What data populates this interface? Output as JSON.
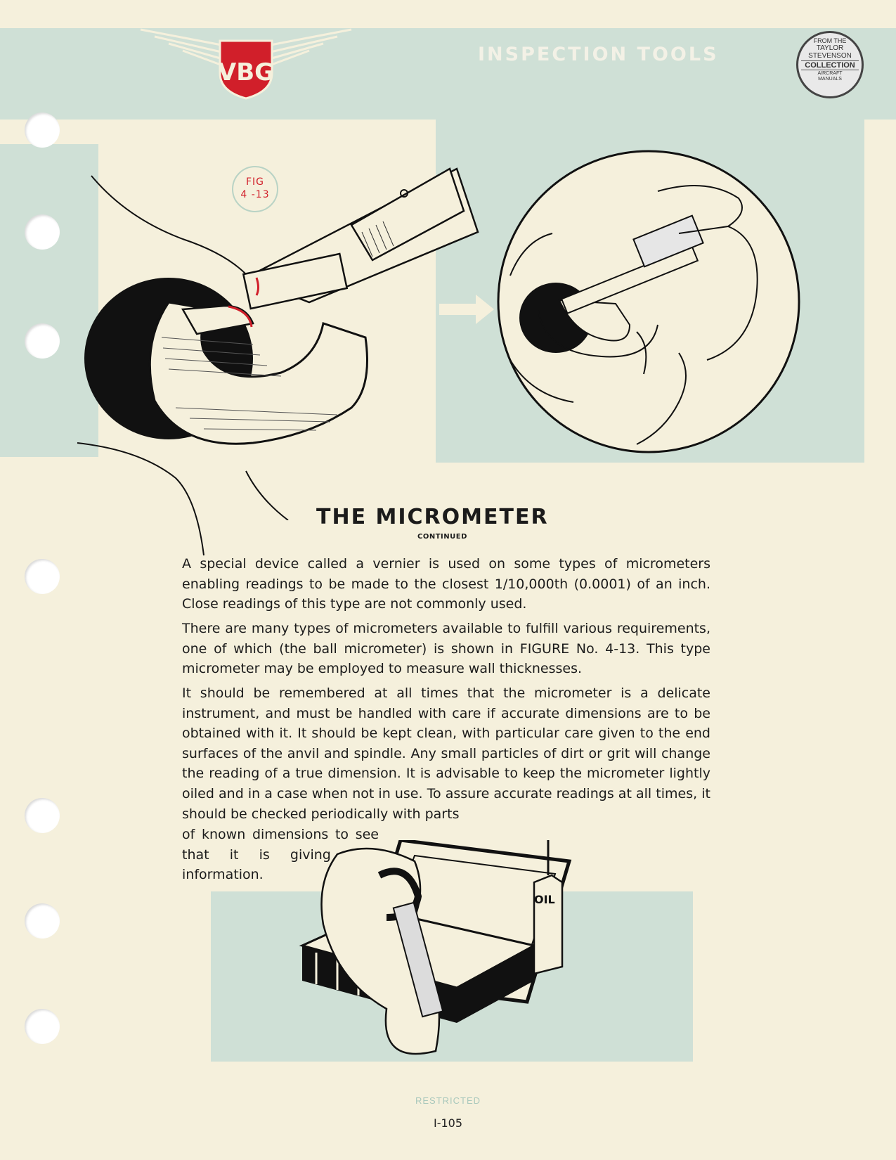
{
  "header": {
    "title": "INSPECTION TOOLS",
    "logo_text": "VBG"
  },
  "stamp": {
    "arc": "FROM THE",
    "line1": "TAYLOR",
    "line2": "STEVENSON",
    "line3": "COLLECTION",
    "line4": "AIRCRAFT",
    "line5": "MANUALS"
  },
  "figure": {
    "label_top": "FIG",
    "label_bottom": "4 -13"
  },
  "section": {
    "title": "THE MICROMETER",
    "subtitle": "CONTINUED"
  },
  "paragraphs": [
    "A special device called a vernier is used on some types of micrometers enabling readings to be made to the closest 1/10,000th (0.0001) of an inch. Close readings of this type are not commonly used.",
    "There are many types of micrometers available to fulfill various requirements, one of which (the ball micrometer) is shown in FIGURE No. 4-13. This type micrometer may be employed to measure wall thicknesses.",
    "It should be remembered at all times that the micrometer is a delicate instrument, and must be handled with care if accurate dimensions are to be obtained with it. It should be kept clean, with particular care given to the end surfaces of the anvil and spindle. Any small particles of dirt or grit will change the reading of a true dimension. It is advisable to keep the micrometer lightly oiled and in a case when not in use. To assure accurate readings at all times, it should be checked periodically with parts",
    "of known dimensions to see that it is giving true information."
  ],
  "illustration": {
    "oil_label": "OIL"
  },
  "footer": {
    "restricted": "RESTRICTED",
    "page_number": "I-105"
  },
  "colors": {
    "paper": "#f5f0dc",
    "panel": "#cfe0d6",
    "accent_red": "#d11f2a"
  }
}
